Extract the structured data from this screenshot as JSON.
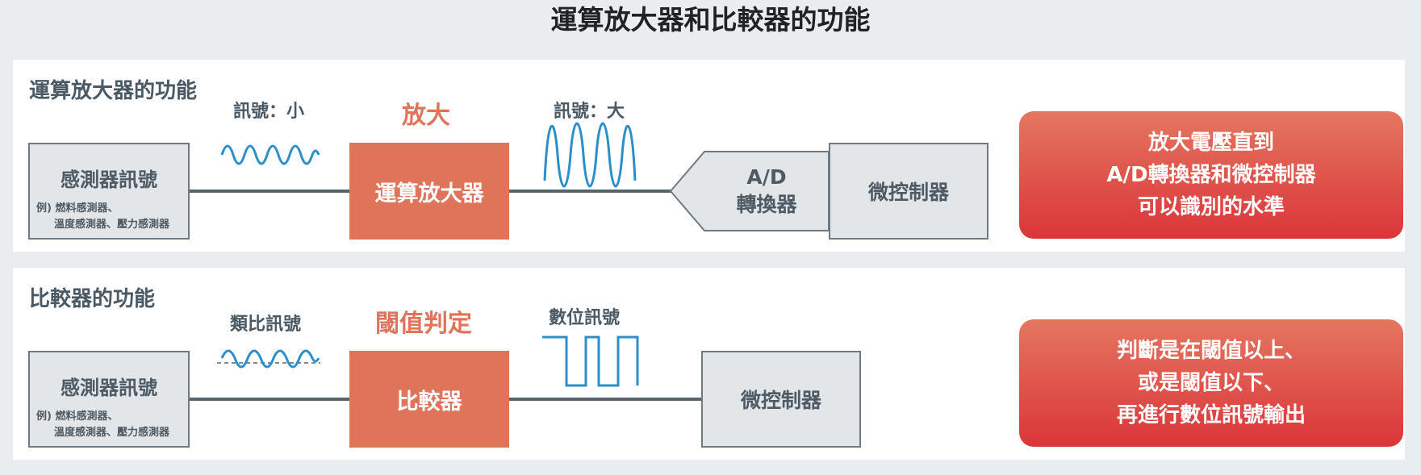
{
  "title": "運算放大器和比較器的功能",
  "colors": {
    "accent": "#e0745b",
    "result_top": "#e47660",
    "result_bottom": "#db3539",
    "wave": "#2b8fc9",
    "line": "#56646c",
    "box_fill": "#e3e6e9"
  },
  "opamp": {
    "heading": "運算放大器的功能",
    "input_label": "訊號：小",
    "process_label": "放大",
    "output_label": "訊號：大",
    "sensor": {
      "name": "感測器訊號",
      "example_line1": "例) 燃料感測器、",
      "example_line2": "溫度感測器、壓力感測器"
    },
    "block": "運算放大器",
    "adc_line1": "A/D",
    "adc_line2": "轉換器",
    "mcu": "微控制器",
    "result": [
      "放大電壓直到",
      "A/D轉換器和微控制器",
      "可以識別的水準"
    ]
  },
  "comparator": {
    "heading": "比較器的功能",
    "input_label": "類比訊號",
    "process_label": "閾值判定",
    "output_label": "數位訊號",
    "sensor": {
      "name": "感測器訊號",
      "example_line1": "例) 燃料感測器、",
      "example_line2": "溫度感測器、壓力感測器"
    },
    "block": "比較器",
    "mcu": "微控制器",
    "result": [
      "判斷是在閾值以上、",
      "或是閾值以下、",
      "再進行數位訊號輸出"
    ]
  }
}
